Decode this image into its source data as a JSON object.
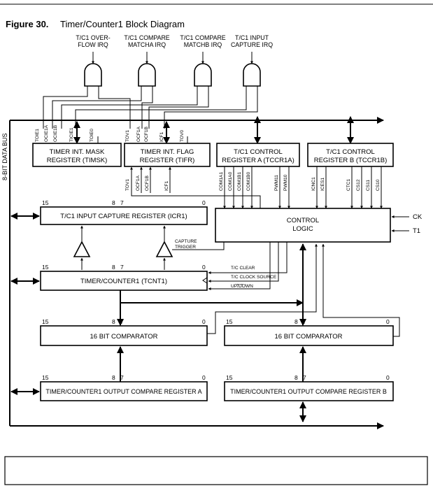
{
  "figure": {
    "number": "Figure 30.",
    "title": "Timer/Counter1 Block Diagram"
  },
  "irqs": [
    {
      "line1": "T/C1 OVER-",
      "line2": "FLOW IRQ"
    },
    {
      "line1": "T/C1 COMPARE",
      "line2": "MATCHA IRQ"
    },
    {
      "line1": "T/C1 COMPARE",
      "line2": "MATCHB IRQ"
    },
    {
      "line1": "T/C1 INPUT",
      "line2": "CAPTURE IRQ"
    }
  ],
  "data_bus_label": "8-BIT DATA BUS",
  "registers": {
    "timsk": {
      "line1": "TIMER INT. MASK",
      "line2": "REGISTER (TIMSK)",
      "bits": [
        "TOIE1",
        "OCIE1A",
        "OCIE1B",
        "TICIE1",
        "TOIE0"
      ]
    },
    "tifr": {
      "line1": "TIMER INT. FLAG",
      "line2": "REGISTER (TIFR)",
      "bits": [
        "TOV1",
        "OCF1A",
        "OCF1B",
        "ICF1",
        "TOV0"
      ],
      "bottom_bits": [
        "TOV1",
        "OCF1A",
        "OCF1B",
        "ICF1"
      ]
    },
    "tccr1a": {
      "line1": "T/C1 CONTROL",
      "line2": "REGISTER A (TCCR1A)",
      "bits": [
        "COM1A1",
        "COM1A0",
        "COM1B1",
        "COM1B0",
        "PWM11",
        "PWM10"
      ]
    },
    "tccr1b": {
      "line1": "T/C1 CONTROL",
      "line2": "REGISTER B (TCCR1B)",
      "bits": [
        "ICNC1",
        "ICES1",
        "CTC1",
        "CS12",
        "CS11",
        "CS10"
      ]
    },
    "icr1": "T/C1 INPUT CAPTURE REGISTER (ICR1)",
    "tcnt1": "TIMER/COUNTER1 (TCNT1)",
    "comp_a": "16 BIT COMPARATOR",
    "comp_b": "16 BIT COMPARATOR",
    "ocr_a": "TIMER/COUNTER1 OUTPUT COMPARE REGISTER A",
    "ocr_b": "TIMER/COUNTER1 OUTPUT COMPARE REGISTER B"
  },
  "control_logic": {
    "line1": "CONTROL",
    "line2": "LOGIC",
    "inputs": [
      "CK",
      "T1"
    ]
  },
  "signals": {
    "capture_trigger_1": "CAPTURE",
    "capture_trigger_2": "TRIGGER",
    "tc_clear": "T/C CLEAR",
    "tc_clock_source": "T/C CLOCK SOURCE",
    "up_down": "UP/DOWN"
  },
  "bit_index": {
    "msb": "15",
    "mid_hi": "8",
    "mid_lo": "7",
    "lsb": "0"
  }
}
